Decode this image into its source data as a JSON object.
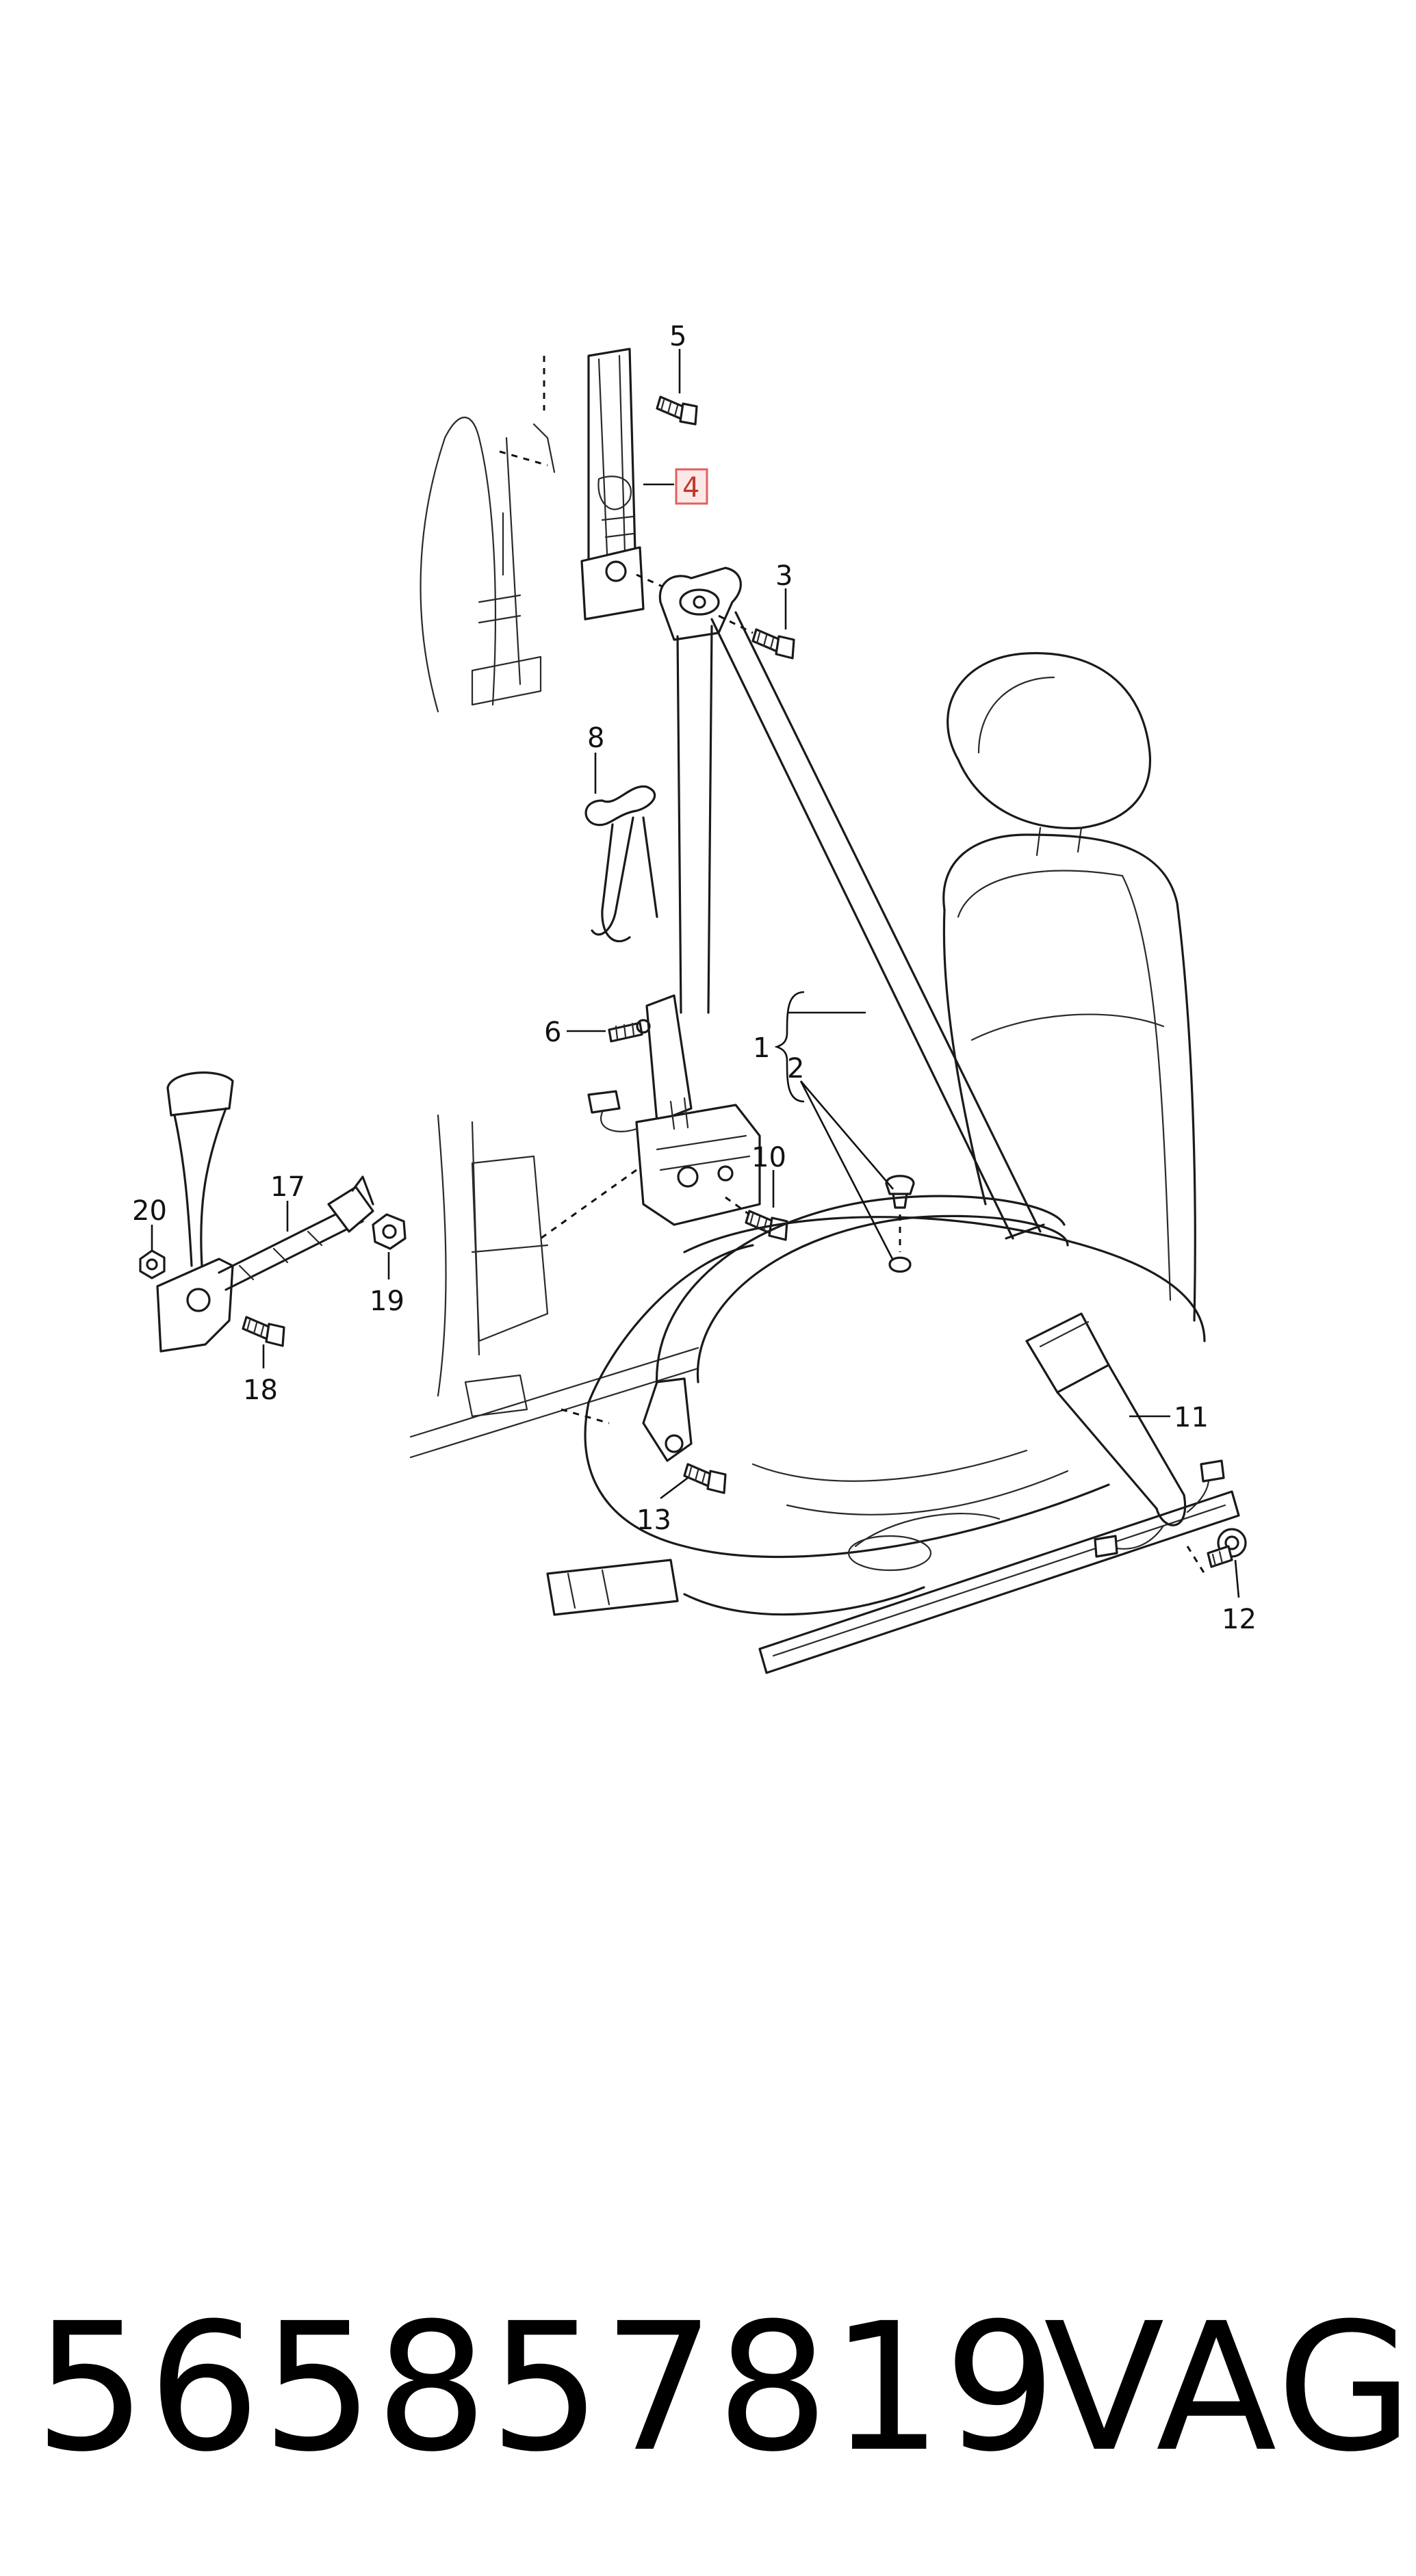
{
  "diagram": {
    "callouts": {
      "c1": "1",
      "c2": "2",
      "c3": "3",
      "c4": "4",
      "c5": "5",
      "c6": "6",
      "c8": "8",
      "c10": "10",
      "c11": "11",
      "c12": "12",
      "c13": "13",
      "c17": "17",
      "c18": "18",
      "c19": "19",
      "c20": "20"
    },
    "highlighted_callout": "4",
    "highlight_color": "#e06060"
  },
  "footer": {
    "part_number": "565857819",
    "brand": "VAG"
  }
}
